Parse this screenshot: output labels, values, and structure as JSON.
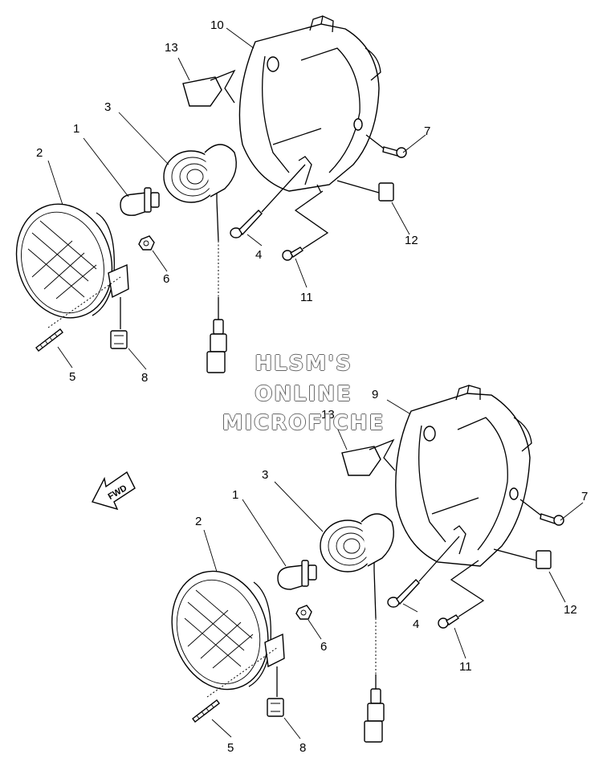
{
  "watermark": {
    "line1": "HLSM'S",
    "line2": "ONLINE",
    "line3": "MICROFICHE"
  },
  "fwd_label": "FWD",
  "callouts_upper": {
    "p1": "1",
    "p2": "2",
    "p3": "3",
    "p4": "4",
    "p5": "5",
    "p6": "6",
    "p7": "7",
    "p8": "8",
    "p10": "10",
    "p11": "11",
    "p12": "12",
    "p13": "13"
  },
  "callouts_lower": {
    "p1": "1",
    "p2": "2",
    "p3": "3",
    "p4": "4",
    "p5": "5",
    "p6": "6",
    "p7": "7",
    "p8": "8",
    "p9": "9",
    "p11": "11",
    "p12": "12",
    "p13": "13"
  }
}
